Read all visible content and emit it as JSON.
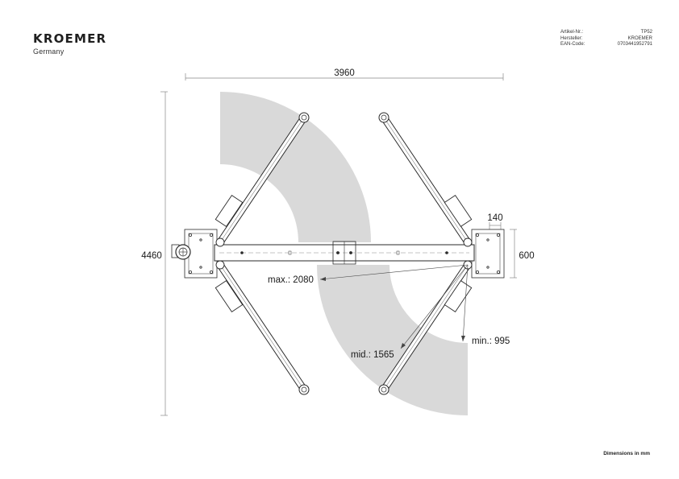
{
  "brand": {
    "name": "KROEMER",
    "origin": "Germany"
  },
  "specs": [
    {
      "label": "Artikel-Nr.:",
      "value": "TP52"
    },
    {
      "label": "Hersteller:",
      "value": "KROEMER"
    },
    {
      "label": "EAN-Code:",
      "value": "0703441952791"
    }
  ],
  "dimensions": {
    "overall_width": "3960",
    "overall_length": "4460",
    "post_width": "600",
    "post_depth": "140",
    "arm_max": "max.: 2080",
    "arm_mid": "mid.: 1565",
    "arm_min": "min.: 995"
  },
  "footnote": "Dimensions in mm",
  "colors": {
    "swing_area": "#d9d9d9",
    "lines": "#2a2a2a",
    "dimension_lines": "#888888"
  }
}
